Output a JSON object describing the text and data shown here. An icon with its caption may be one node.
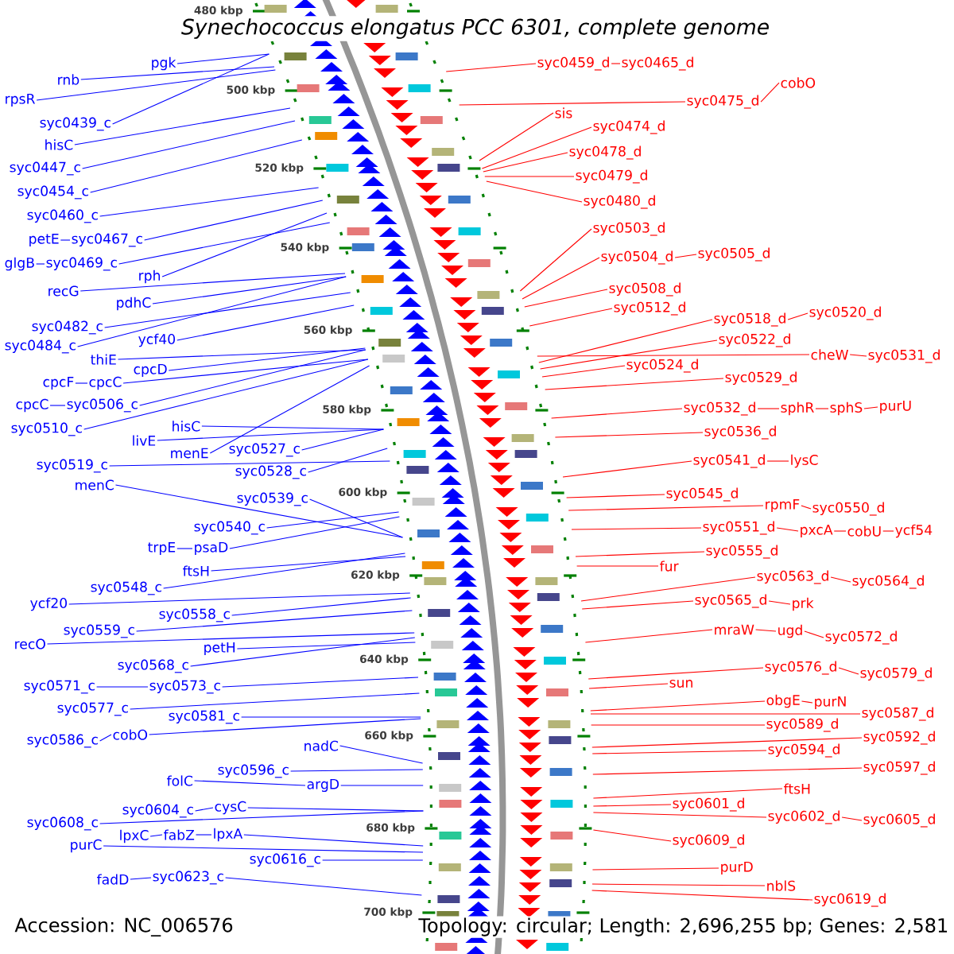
{
  "diagram": {
    "title": "Synechococcus elongatus PCC 6301, complete genome",
    "nodes": [
      {
        "text": [
          "rnb"
        ]
      },
      {
        "text": [
          "rpsR"
        ]
      },
      {
        "text": [
          "pgk"
        ]
      },
      {
        "text": [
          "syc0439_c"
        ]
      },
      {
        "text": [
          "hisC"
        ]
      },
      {
        "text": [
          "syc0447_c"
        ]
      },
      {
        "text": [
          "syc0454_c"
        ]
      },
      {
        "text": [
          "syc0460_c"
        ]
      },
      {
        "text": [
          "petE"
        ]
      },
      {
        "text": [
          "syc0467_c"
        ]
      },
      {
        "text": [
          "glgB"
        ]
      },
      {
        "text": [
          "syc0469_c"
        ]
      },
      {
        "text": [
          "recG"
        ]
      },
      {
        "text": [
          "rph"
        ]
      },
      {
        "text": [
          "pdhC"
        ]
      },
      {
        "text": [
          "syc0482_c"
        ]
      },
      {
        "text": [
          "syc0484_c"
        ]
      },
      {
        "text": [
          "ycf40"
        ]
      },
      {
        "text": [
          "thiE"
        ]
      },
      {
        "text": [
          "cpcD"
        ]
      },
      {
        "text": [
          "cpcF"
        ]
      },
      {
        "text": [
          "cpcC"
        ]
      },
      {
        "text": [
          "cpcC"
        ]
      },
      {
        "text": [
          "syc0506_c"
        ]
      },
      {
        "text": [
          "syc0510_c"
        ]
      },
      {
        "text": [
          "hisC"
        ]
      },
      {
        "text": [
          "livE"
        ]
      },
      {
        "text": [
          "syc0519_c"
        ]
      },
      {
        "text": [
          "menE"
        ]
      },
      {
        "text": [
          "syc0527_c"
        ]
      },
      {
        "text": [
          "syc0528_c"
        ]
      },
      {
        "text": [
          "menC"
        ]
      },
      {
        "text": [
          "syc0539_c"
        ]
      },
      {
        "text": [
          "syc0540_c"
        ]
      },
      {
        "text": [
          "trpE"
        ]
      },
      {
        "text": [
          "psaD"
        ]
      },
      {
        "text": [
          "ftsH"
        ]
      },
      {
        "text": [
          "syc0548_c"
        ]
      },
      {
        "text": [
          "ycf20"
        ]
      },
      {
        "text": [
          "syc0558_c"
        ]
      },
      {
        "text": [
          "syc0559_c"
        ]
      },
      {
        "text": [
          "recO"
        ]
      },
      {
        "text": [
          "petH"
        ]
      },
      {
        "text": [
          "syc0568_c"
        ]
      },
      {
        "text": [
          "syc0571_c"
        ]
      },
      {
        "text": [
          "syc0573_c"
        ]
      },
      {
        "text": [
          "syc0577_c"
        ]
      },
      {
        "text": [
          "syc0581_c"
        ]
      },
      {
        "text": [
          "syc0586_c"
        ]
      },
      {
        "text": [
          "cobO"
        ]
      },
      {
        "text": [
          "nadC"
        ]
      },
      {
        "text": [
          "syc0596_c"
        ]
      },
      {
        "text": [
          "folC"
        ]
      },
      {
        "text": [
          "argD"
        ]
      },
      {
        "text": [
          "syc0604_c"
        ]
      },
      {
        "text": [
          "cysC"
        ]
      },
      {
        "text": [
          "syc0608_c"
        ]
      },
      {
        "text": [
          "lpxC"
        ]
      },
      {
        "text": [
          "fabZ"
        ]
      },
      {
        "text": [
          "lpxA"
        ]
      },
      {
        "text": [
          "purC"
        ]
      },
      {
        "text": [
          "syc0616_c"
        ]
      },
      {
        "text": [
          "fadD"
        ]
      },
      {
        "text": [
          "syc0623_c"
        ]
      },
      {
        "text": [
          "syc0459_d"
        ]
      },
      {
        "text": [
          "syc0465_d"
        ]
      },
      {
        "text": [
          "cobO"
        ]
      },
      {
        "text": [
          "syc0475_d"
        ]
      },
      {
        "text": [
          "sis"
        ]
      },
      {
        "text": [
          "syc0474_d"
        ]
      },
      {
        "text": [
          "syc0478_d"
        ]
      },
      {
        "text": [
          "syc0479_d"
        ]
      },
      {
        "text": [
          "syc0480_d"
        ]
      },
      {
        "text": [
          "syc0503_d"
        ]
      },
      {
        "text": [
          "syc0504_d"
        ]
      },
      {
        "text": [
          "syc0505_d"
        ]
      },
      {
        "text": [
          "syc0508_d"
        ]
      },
      {
        "text": [
          "syc0512_d"
        ]
      },
      {
        "text": [
          "syc0518_d"
        ]
      },
      {
        "text": [
          "syc0520_d"
        ]
      },
      {
        "text": [
          "syc0522_d"
        ]
      },
      {
        "text": [
          "cheW"
        ]
      },
      {
        "text": [
          "syc0531_d"
        ]
      },
      {
        "text": [
          "syc0524_d"
        ]
      },
      {
        "text": [
          "syc0529_d"
        ]
      },
      {
        "text": [
          "syc0532_d"
        ]
      },
      {
        "text": [
          "sphR"
        ]
      },
      {
        "text": [
          "sphS"
        ]
      },
      {
        "text": [
          "purU"
        ]
      },
      {
        "text": [
          "syc0536_d"
        ]
      },
      {
        "text": [
          "syc0541_d"
        ]
      },
      {
        "text": [
          "lysC"
        ]
      },
      {
        "text": [
          "syc0545_d"
        ]
      },
      {
        "text": [
          "rpmF"
        ]
      },
      {
        "text": [
          "syc0550_d"
        ]
      },
      {
        "text": [
          "syc0551_d"
        ]
      },
      {
        "text": [
          "pxcA"
        ]
      },
      {
        "text": [
          "cobU"
        ]
      },
      {
        "text": [
          "ycf54"
        ]
      },
      {
        "text": [
          "syc0555_d"
        ]
      },
      {
        "text": [
          "fur"
        ]
      },
      {
        "text": [
          "syc0563_d"
        ]
      },
      {
        "text": [
          "syc0564_d"
        ]
      },
      {
        "text": [
          "syc0565_d"
        ]
      },
      {
        "text": [
          "prk"
        ]
      },
      {
        "text": [
          "mraW"
        ]
      },
      {
        "text": [
          "ugd"
        ]
      },
      {
        "text": [
          "syc0572_d"
        ]
      },
      {
        "text": [
          "syc0576_d"
        ]
      },
      {
        "text": [
          "syc0579_d"
        ]
      },
      {
        "text": [
          "sun"
        ]
      },
      {
        "text": [
          "obgE"
        ]
      },
      {
        "text": [
          "purN"
        ]
      },
      {
        "text": [
          "syc0587_d"
        ]
      },
      {
        "text": [
          "syc0589_d"
        ]
      },
      {
        "text": [
          "syc0592_d"
        ]
      },
      {
        "text": [
          "syc0594_d"
        ]
      },
      {
        "text": [
          "syc0597_d"
        ]
      },
      {
        "text": [
          "ftsH"
        ]
      },
      {
        "text": [
          "syc0601_d"
        ]
      },
      {
        "text": [
          "syc0602_d"
        ]
      },
      {
        "text": [
          "syc0605_d"
        ]
      },
      {
        "text": [
          "syc0609_d"
        ]
      },
      {
        "text": [
          "purD"
        ]
      },
      {
        "text": [
          "nblS"
        ]
      },
      {
        "text": [
          "syc0619_d"
        ]
      }
    ],
    "edges": [
      {
        "from": 0,
        "to": null,
        "arrow": "none",
        "color": "#0000ff"
      },
      {
        "from": 1,
        "to": null,
        "arrow": "none",
        "color": "#0000ff"
      },
      {
        "from": 2,
        "to": null,
        "arrow": "none",
        "color": "#0000ff"
      },
      {
        "from": 3,
        "to": null,
        "arrow": "none",
        "color": "#0000ff"
      },
      {
        "from": 4,
        "to": null,
        "arrow": "none",
        "color": "#0000ff"
      },
      {
        "from": 5,
        "to": null,
        "arrow": "none",
        "color": "#0000ff"
      },
      {
        "from": 6,
        "to": null,
        "arrow": "none",
        "color": "#0000ff"
      },
      {
        "from": 7,
        "to": null,
        "arrow": "none",
        "color": "#0000ff"
      },
      {
        "from": 8,
        "to": 9,
        "arrow": "none",
        "color": "#0000ff"
      },
      {
        "from": 9,
        "to": null,
        "arrow": "none",
        "color": "#0000ff"
      },
      {
        "from": 10,
        "to": 11,
        "arrow": "none",
        "color": "#0000ff"
      },
      {
        "from": 11,
        "to": null,
        "arrow": "none",
        "color": "#0000ff"
      },
      {
        "from": 12,
        "to": null,
        "arrow": "none",
        "color": "#0000ff"
      },
      {
        "from": 13,
        "to": null,
        "arrow": "none",
        "color": "#0000ff"
      },
      {
        "from": 14,
        "to": null,
        "arrow": "none",
        "color": "#0000ff"
      },
      {
        "from": 15,
        "to": null,
        "arrow": "none",
        "color": "#0000ff"
      },
      {
        "from": 16,
        "to": null,
        "arrow": "none",
        "color": "#0000ff"
      },
      {
        "from": 17,
        "to": null,
        "arrow": "none",
        "color": "#0000ff"
      },
      {
        "from": 18,
        "to": null,
        "arrow": "none",
        "color": "#0000ff"
      },
      {
        "from": 19,
        "to": null,
        "arrow": "none",
        "color": "#0000ff"
      },
      {
        "from": 20,
        "to": 21,
        "arrow": "none",
        "color": "#0000ff"
      },
      {
        "from": 21,
        "to": null,
        "arrow": "none",
        "color": "#0000ff"
      },
      {
        "from": 22,
        "to": 23,
        "arrow": "none",
        "color": "#0000ff"
      },
      {
        "from": 23,
        "to": null,
        "arrow": "none",
        "color": "#0000ff"
      },
      {
        "from": 24,
        "to": null,
        "arrow": "none",
        "color": "#0000ff"
      },
      {
        "from": 25,
        "to": null,
        "arrow": "none",
        "color": "#0000ff"
      },
      {
        "from": 26,
        "to": null,
        "arrow": "none",
        "color": "#0000ff"
      },
      {
        "from": 27,
        "to": null,
        "arrow": "none",
        "color": "#0000ff"
      },
      {
        "from": 28,
        "to": null,
        "arrow": "none",
        "color": "#0000ff"
      },
      {
        "from": 29,
        "to": null,
        "arrow": "none",
        "color": "#0000ff"
      },
      {
        "from": 30,
        "to": null,
        "arrow": "none",
        "color": "#0000ff"
      },
      {
        "from": 31,
        "to": null,
        "arrow": "none",
        "color": "#0000ff"
      },
      {
        "from": 32,
        "to": null,
        "arrow": "none",
        "color": "#0000ff"
      },
      {
        "from": 33,
        "to": null,
        "arrow": "none",
        "color": "#0000ff"
      },
      {
        "from": 34,
        "to": 35,
        "arrow": "none",
        "color": "#0000ff"
      },
      {
        "from": 35,
        "to": null,
        "arrow": "none",
        "color": "#0000ff"
      },
      {
        "from": 36,
        "to": null,
        "arrow": "none",
        "color": "#0000ff"
      },
      {
        "from": 37,
        "to": null,
        "arrow": "none",
        "color": "#0000ff"
      },
      {
        "from": 38,
        "to": null,
        "arrow": "none",
        "color": "#0000ff"
      },
      {
        "from": 39,
        "to": null,
        "arrow": "none",
        "color": "#0000ff"
      },
      {
        "from": 40,
        "to": null,
        "arrow": "none",
        "color": "#0000ff"
      },
      {
        "from": 41,
        "to": null,
        "arrow": "none",
        "color": "#0000ff"
      },
      {
        "from": 42,
        "to": null,
        "arrow": "none",
        "color": "#0000ff"
      },
      {
        "from": 43,
        "to": null,
        "arrow": "none",
        "color": "#0000ff"
      },
      {
        "from": 44,
        "to": 45,
        "arrow": "none",
        "color": "#0000ff"
      },
      {
        "from": 45,
        "to": null,
        "arrow": "none",
        "color": "#0000ff"
      },
      {
        "from": 46,
        "to": null,
        "arrow": "none",
        "color": "#0000ff"
      },
      {
        "from": 47,
        "to": null,
        "arrow": "none",
        "color": "#0000ff"
      },
      {
        "from": 48,
        "to": 49,
        "arrow": "none",
        "color": "#0000ff"
      },
      {
        "from": 49,
        "to": null,
        "arrow": "none",
        "color": "#0000ff"
      },
      {
        "from": 50,
        "to": null,
        "arrow": "none",
        "color": "#0000ff"
      },
      {
        "from": 51,
        "to": null,
        "arrow": "none",
        "color": "#0000ff"
      },
      {
        "from": 52,
        "to": 53,
        "arrow": "none",
        "color": "#0000ff"
      },
      {
        "from": 53,
        "to": null,
        "arrow": "none",
        "color": "#0000ff"
      },
      {
        "from": 54,
        "to": 55,
        "arrow": "none",
        "color": "#0000ff"
      },
      {
        "from": 55,
        "to": null,
        "arrow": "none",
        "color": "#0000ff"
      },
      {
        "from": 56,
        "to": null,
        "arrow": "none",
        "color": "#0000ff"
      },
      {
        "from": 57,
        "to": 58,
        "arrow": "none",
        "color": "#0000ff"
      },
      {
        "from": 58,
        "to": 59,
        "arrow": "none",
        "color": "#0000ff"
      },
      {
        "from": 59,
        "to": null,
        "arrow": "none",
        "color": "#0000ff"
      },
      {
        "from": 60,
        "to": null,
        "arrow": "none",
        "color": "#0000ff"
      },
      {
        "from": 61,
        "to": null,
        "arrow": "none",
        "color": "#0000ff"
      },
      {
        "from": 62,
        "to": 63,
        "arrow": "none",
        "color": "#0000ff"
      },
      {
        "from": 63,
        "to": null,
        "arrow": "none",
        "color": "#0000ff"
      },
      {
        "from": 64,
        "to": null,
        "arrow": "none",
        "color": "#ff0000"
      },
      {
        "from": 64,
        "to": 65,
        "arrow": "none",
        "color": "#ff0000"
      },
      {
        "from": 67,
        "to": 66,
        "arrow": "none",
        "color": "#ff0000"
      },
      {
        "from": 67,
        "to": null,
        "arrow": "none",
        "color": "#ff0000"
      },
      {
        "from": 68,
        "to": null,
        "arrow": "none",
        "color": "#ff0000"
      },
      {
        "from": 69,
        "to": null,
        "arrow": "none",
        "color": "#ff0000"
      },
      {
        "from": 70,
        "to": null,
        "arrow": "none",
        "color": "#ff0000"
      },
      {
        "from": 71,
        "to": null,
        "arrow": "none",
        "color": "#ff0000"
      },
      {
        "from": 72,
        "to": null,
        "arrow": "none",
        "color": "#ff0000"
      },
      {
        "from": 73,
        "to": null,
        "arrow": "none",
        "color": "#ff0000"
      },
      {
        "from": 74,
        "to": null,
        "arrow": "none",
        "color": "#ff0000"
      },
      {
        "from": 74,
        "to": 75,
        "arrow": "none",
        "color": "#ff0000"
      },
      {
        "from": 76,
        "to": null,
        "arrow": "none",
        "color": "#ff0000"
      },
      {
        "from": 77,
        "to": null,
        "arrow": "none",
        "color": "#ff0000"
      },
      {
        "from": 78,
        "to": null,
        "arrow": "none",
        "color": "#ff0000"
      },
      {
        "from": 78,
        "to": 79,
        "arrow": "none",
        "color": "#ff0000"
      },
      {
        "from": 80,
        "to": null,
        "arrow": "none",
        "color": "#ff0000"
      },
      {
        "from": 81,
        "to": null,
        "arrow": "none",
        "color": "#ff0000"
      },
      {
        "from": 81,
        "to": 82,
        "arrow": "none",
        "color": "#ff0000"
      },
      {
        "from": 83,
        "to": null,
        "arrow": "none",
        "color": "#ff0000"
      },
      {
        "from": 84,
        "to": null,
        "arrow": "none",
        "color": "#ff0000"
      },
      {
        "from": 85,
        "to": null,
        "arrow": "none",
        "color": "#ff0000"
      },
      {
        "from": 85,
        "to": 86,
        "arrow": "none",
        "color": "#ff0000"
      },
      {
        "from": 86,
        "to": 87,
        "arrow": "none",
        "color": "#ff0000"
      },
      {
        "from": 87,
        "to": 88,
        "arrow": "none",
        "color": "#ff0000"
      },
      {
        "from": 89,
        "to": null,
        "arrow": "none",
        "color": "#ff0000"
      },
      {
        "from": 90,
        "to": null,
        "arrow": "none",
        "color": "#ff0000"
      },
      {
        "from": 90,
        "to": 91,
        "arrow": "none",
        "color": "#ff0000"
      },
      {
        "from": 92,
        "to": null,
        "arrow": "none",
        "color": "#ff0000"
      },
      {
        "from": 93,
        "to": null,
        "arrow": "none",
        "color": "#ff0000"
      },
      {
        "from": 93,
        "to": 94,
        "arrow": "none",
        "color": "#ff0000"
      },
      {
        "from": 95,
        "to": null,
        "arrow": "none",
        "color": "#ff0000"
      },
      {
        "from": 95,
        "to": 96,
        "arrow": "none",
        "color": "#ff0000"
      },
      {
        "from": 96,
        "to": 97,
        "arrow": "none",
        "color": "#ff0000"
      },
      {
        "from": 97,
        "to": 98,
        "arrow": "none",
        "color": "#ff0000"
      },
      {
        "from": 99,
        "to": null,
        "arrow": "none",
        "color": "#ff0000"
      },
      {
        "from": 100,
        "to": null,
        "arrow": "none",
        "color": "#ff0000"
      },
      {
        "from": 101,
        "to": null,
        "arrow": "none",
        "color": "#ff0000"
      },
      {
        "from": 101,
        "to": 102,
        "arrow": "none",
        "color": "#ff0000"
      },
      {
        "from": 103,
        "to": null,
        "arrow": "none",
        "color": "#ff0000"
      },
      {
        "from": 103,
        "to": 104,
        "arrow": "none",
        "color": "#ff0000"
      },
      {
        "from": 105,
        "to": null,
        "arrow": "none",
        "color": "#ff0000"
      },
      {
        "from": 105,
        "to": 106,
        "arrow": "none",
        "color": "#ff0000"
      },
      {
        "from": 106,
        "to": 107,
        "arrow": "none",
        "color": "#ff0000"
      },
      {
        "from": 108,
        "to": null,
        "arrow": "none",
        "color": "#ff0000"
      },
      {
        "from": 108,
        "to": 109,
        "arrow": "none",
        "color": "#ff0000"
      },
      {
        "from": 110,
        "to": null,
        "arrow": "none",
        "color": "#ff0000"
      },
      {
        "from": 111,
        "to": null,
        "arrow": "none",
        "color": "#ff0000"
      },
      {
        "from": 111,
        "to": 112,
        "arrow": "none",
        "color": "#ff0000"
      },
      {
        "from": 113,
        "to": null,
        "arrow": "none",
        "color": "#ff0000"
      },
      {
        "from": 114,
        "to": null,
        "arrow": "none",
        "color": "#ff0000"
      },
      {
        "from": 115,
        "to": null,
        "arrow": "none",
        "color": "#ff0000"
      },
      {
        "from": 116,
        "to": null,
        "arrow": "none",
        "color": "#ff0000"
      },
      {
        "from": 117,
        "to": null,
        "arrow": "none",
        "color": "#ff0000"
      },
      {
        "from": 118,
        "to": null,
        "arrow": "none",
        "color": "#ff0000"
      },
      {
        "from": 119,
        "to": null,
        "arrow": "none",
        "color": "#ff0000"
      },
      {
        "from": 120,
        "to": null,
        "arrow": "none",
        "color": "#ff0000"
      },
      {
        "from": 120,
        "to": 121,
        "arrow": "none",
        "color": "#ff0000"
      },
      {
        "from": 122,
        "to": null,
        "arrow": "none",
        "color": "#ff0000"
      },
      {
        "from": 123,
        "to": null,
        "arrow": "none",
        "color": "#ff0000"
      },
      {
        "from": 124,
        "to": null,
        "arrow": "none",
        "color": "#ff0000"
      },
      {
        "from": 125,
        "to": null,
        "arrow": "none",
        "color": "#ff0000"
      }
    ],
    "labels": [
      "480 kbp",
      "500 kbp",
      "520 kbp",
      "540 kbp",
      "560 kbp",
      "580 kbp",
      "600 kbp",
      "620 kbp",
      "640 kbp",
      "660 kbp",
      "680 kbp",
      "700 kbp",
      "Accession: NC_006576",
      "Topology: circular; Length: 2,696,255 bp; Genes: 2,581"
    ]
  }
}
